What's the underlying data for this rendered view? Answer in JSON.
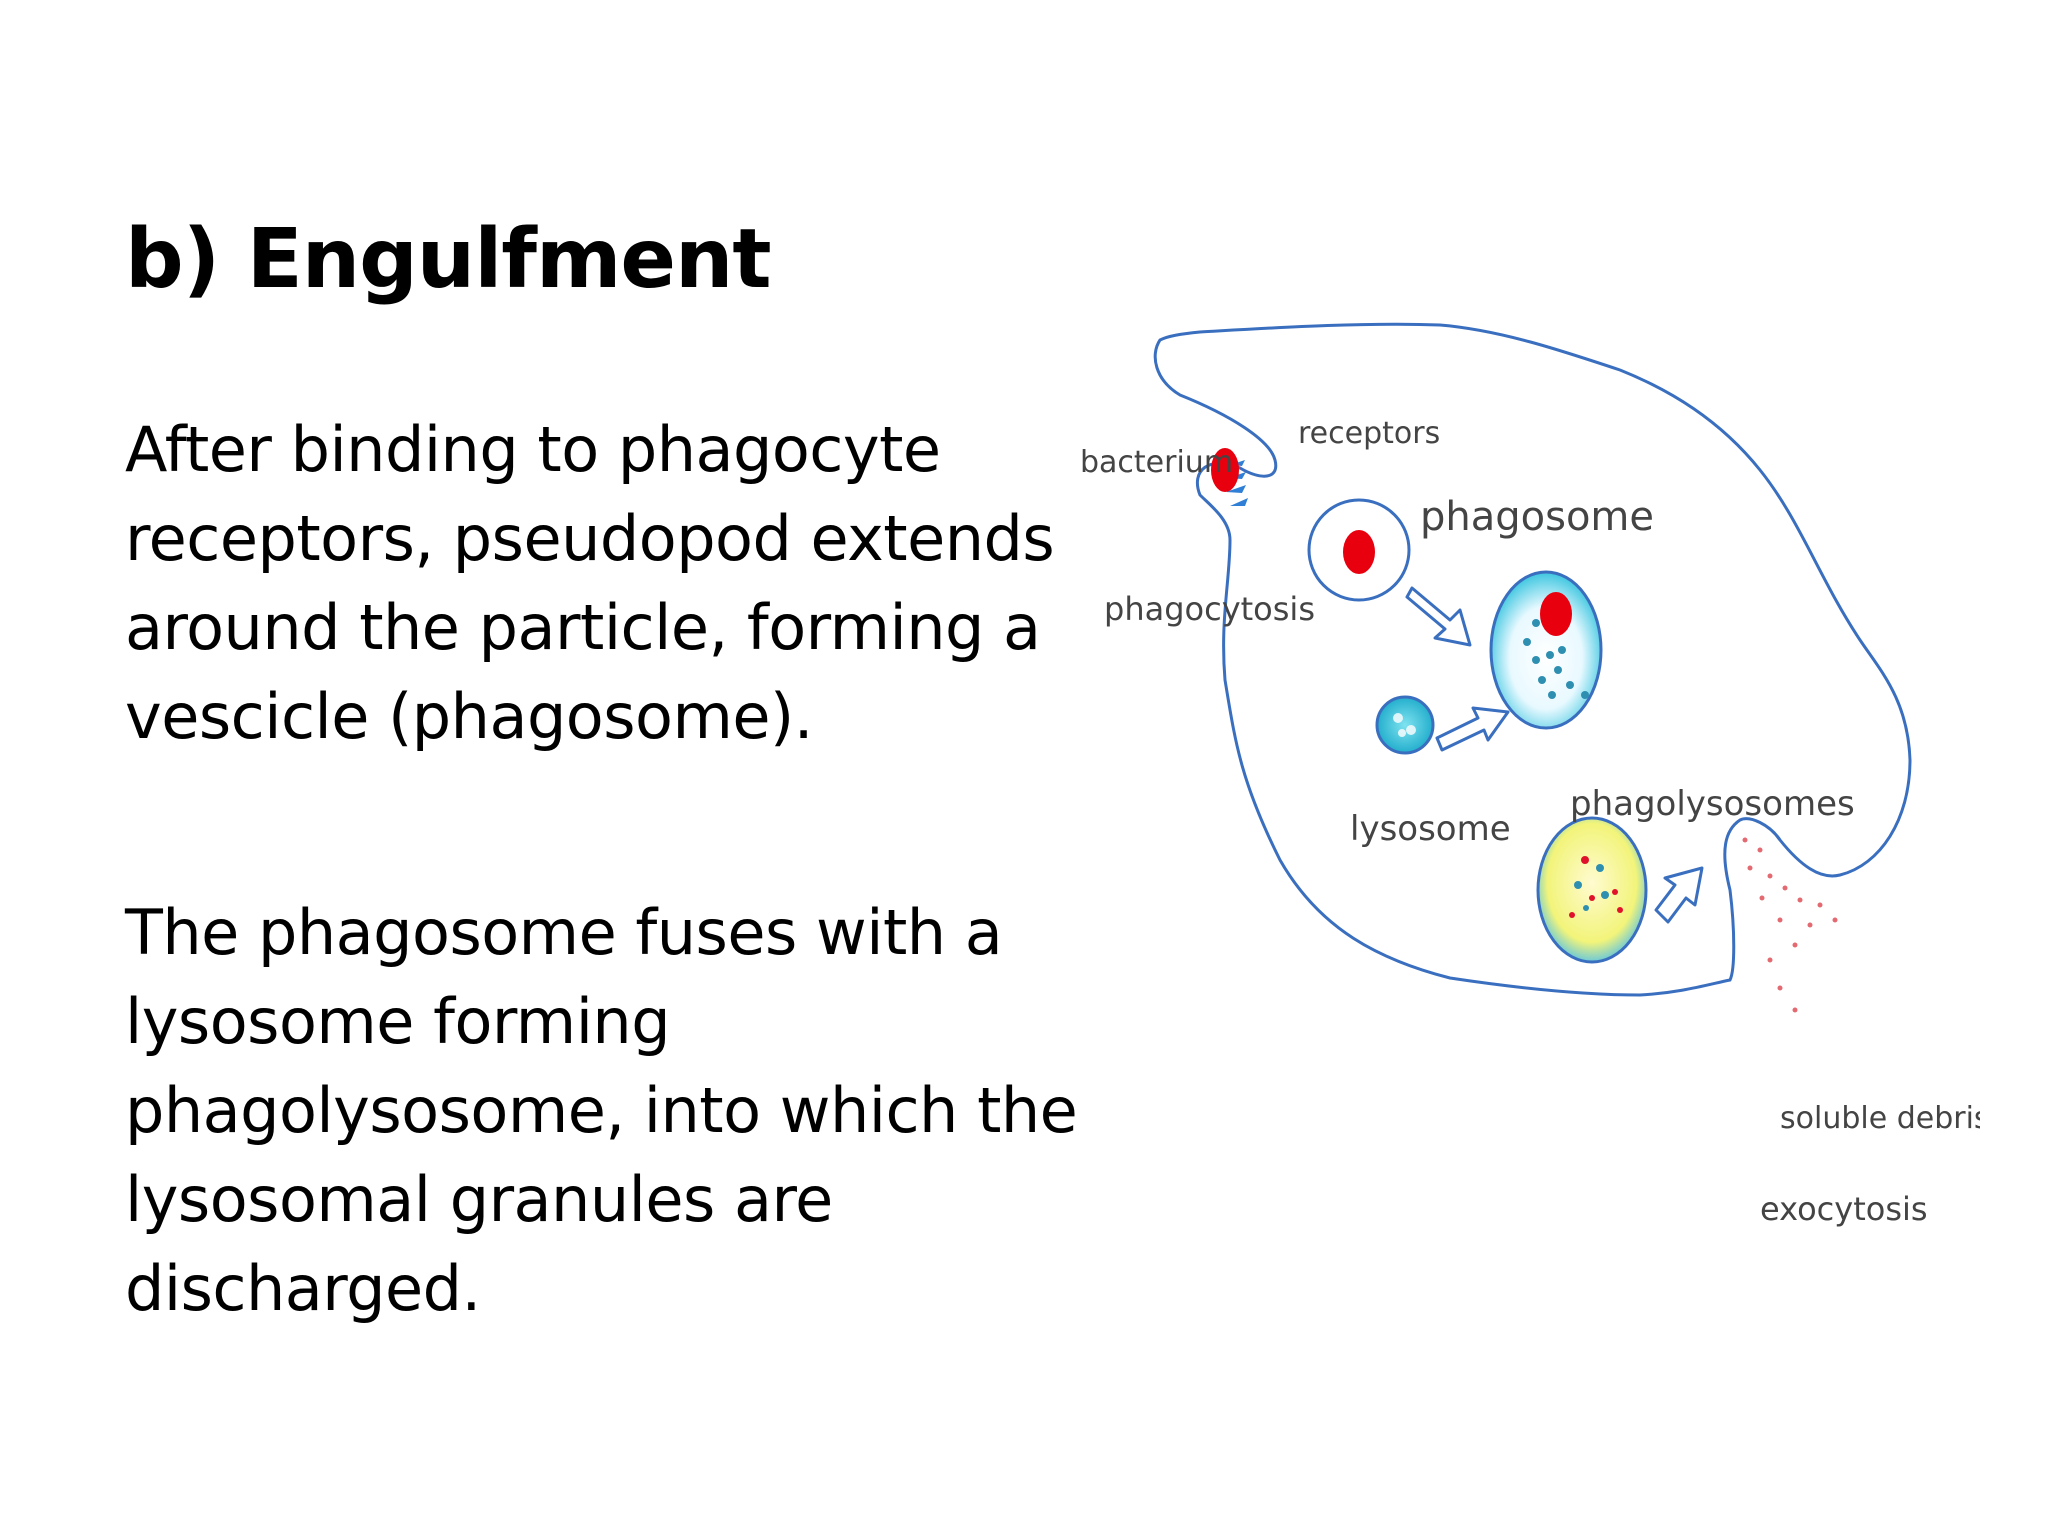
{
  "slide": {
    "title": "b) Engulfment",
    "paragraphs": [
      {
        "lines": [
          "After binding to phagocyte",
          "receptors, pseudopod extends",
          "around  the particle, forming a",
          "vescicle (phagosome)."
        ]
      },
      {
        "lines": [
          "The phagosome fuses with a",
          "lysosome forming",
          "phagolysosome, into which the",
          "lysosomal granules are",
          "discharged."
        ]
      }
    ]
  },
  "diagram": {
    "labels": {
      "bacterium": "bacterium",
      "receptors": "receptors",
      "phagosome": "phagosome",
      "phagocytosis": "phagocytosis",
      "lysosome": "lysosome",
      "phagolysosomes": "phagolysosomes",
      "soluble_debris": "soluble debris",
      "exocytosis": "exocytosis"
    },
    "colors": {
      "membrane": "#3a6fbf",
      "bacterium": "#e8000f",
      "lysosome": "#38c4dc",
      "phagolysosome_fill": "#e6ff9a",
      "label_text": "#444444"
    }
  }
}
